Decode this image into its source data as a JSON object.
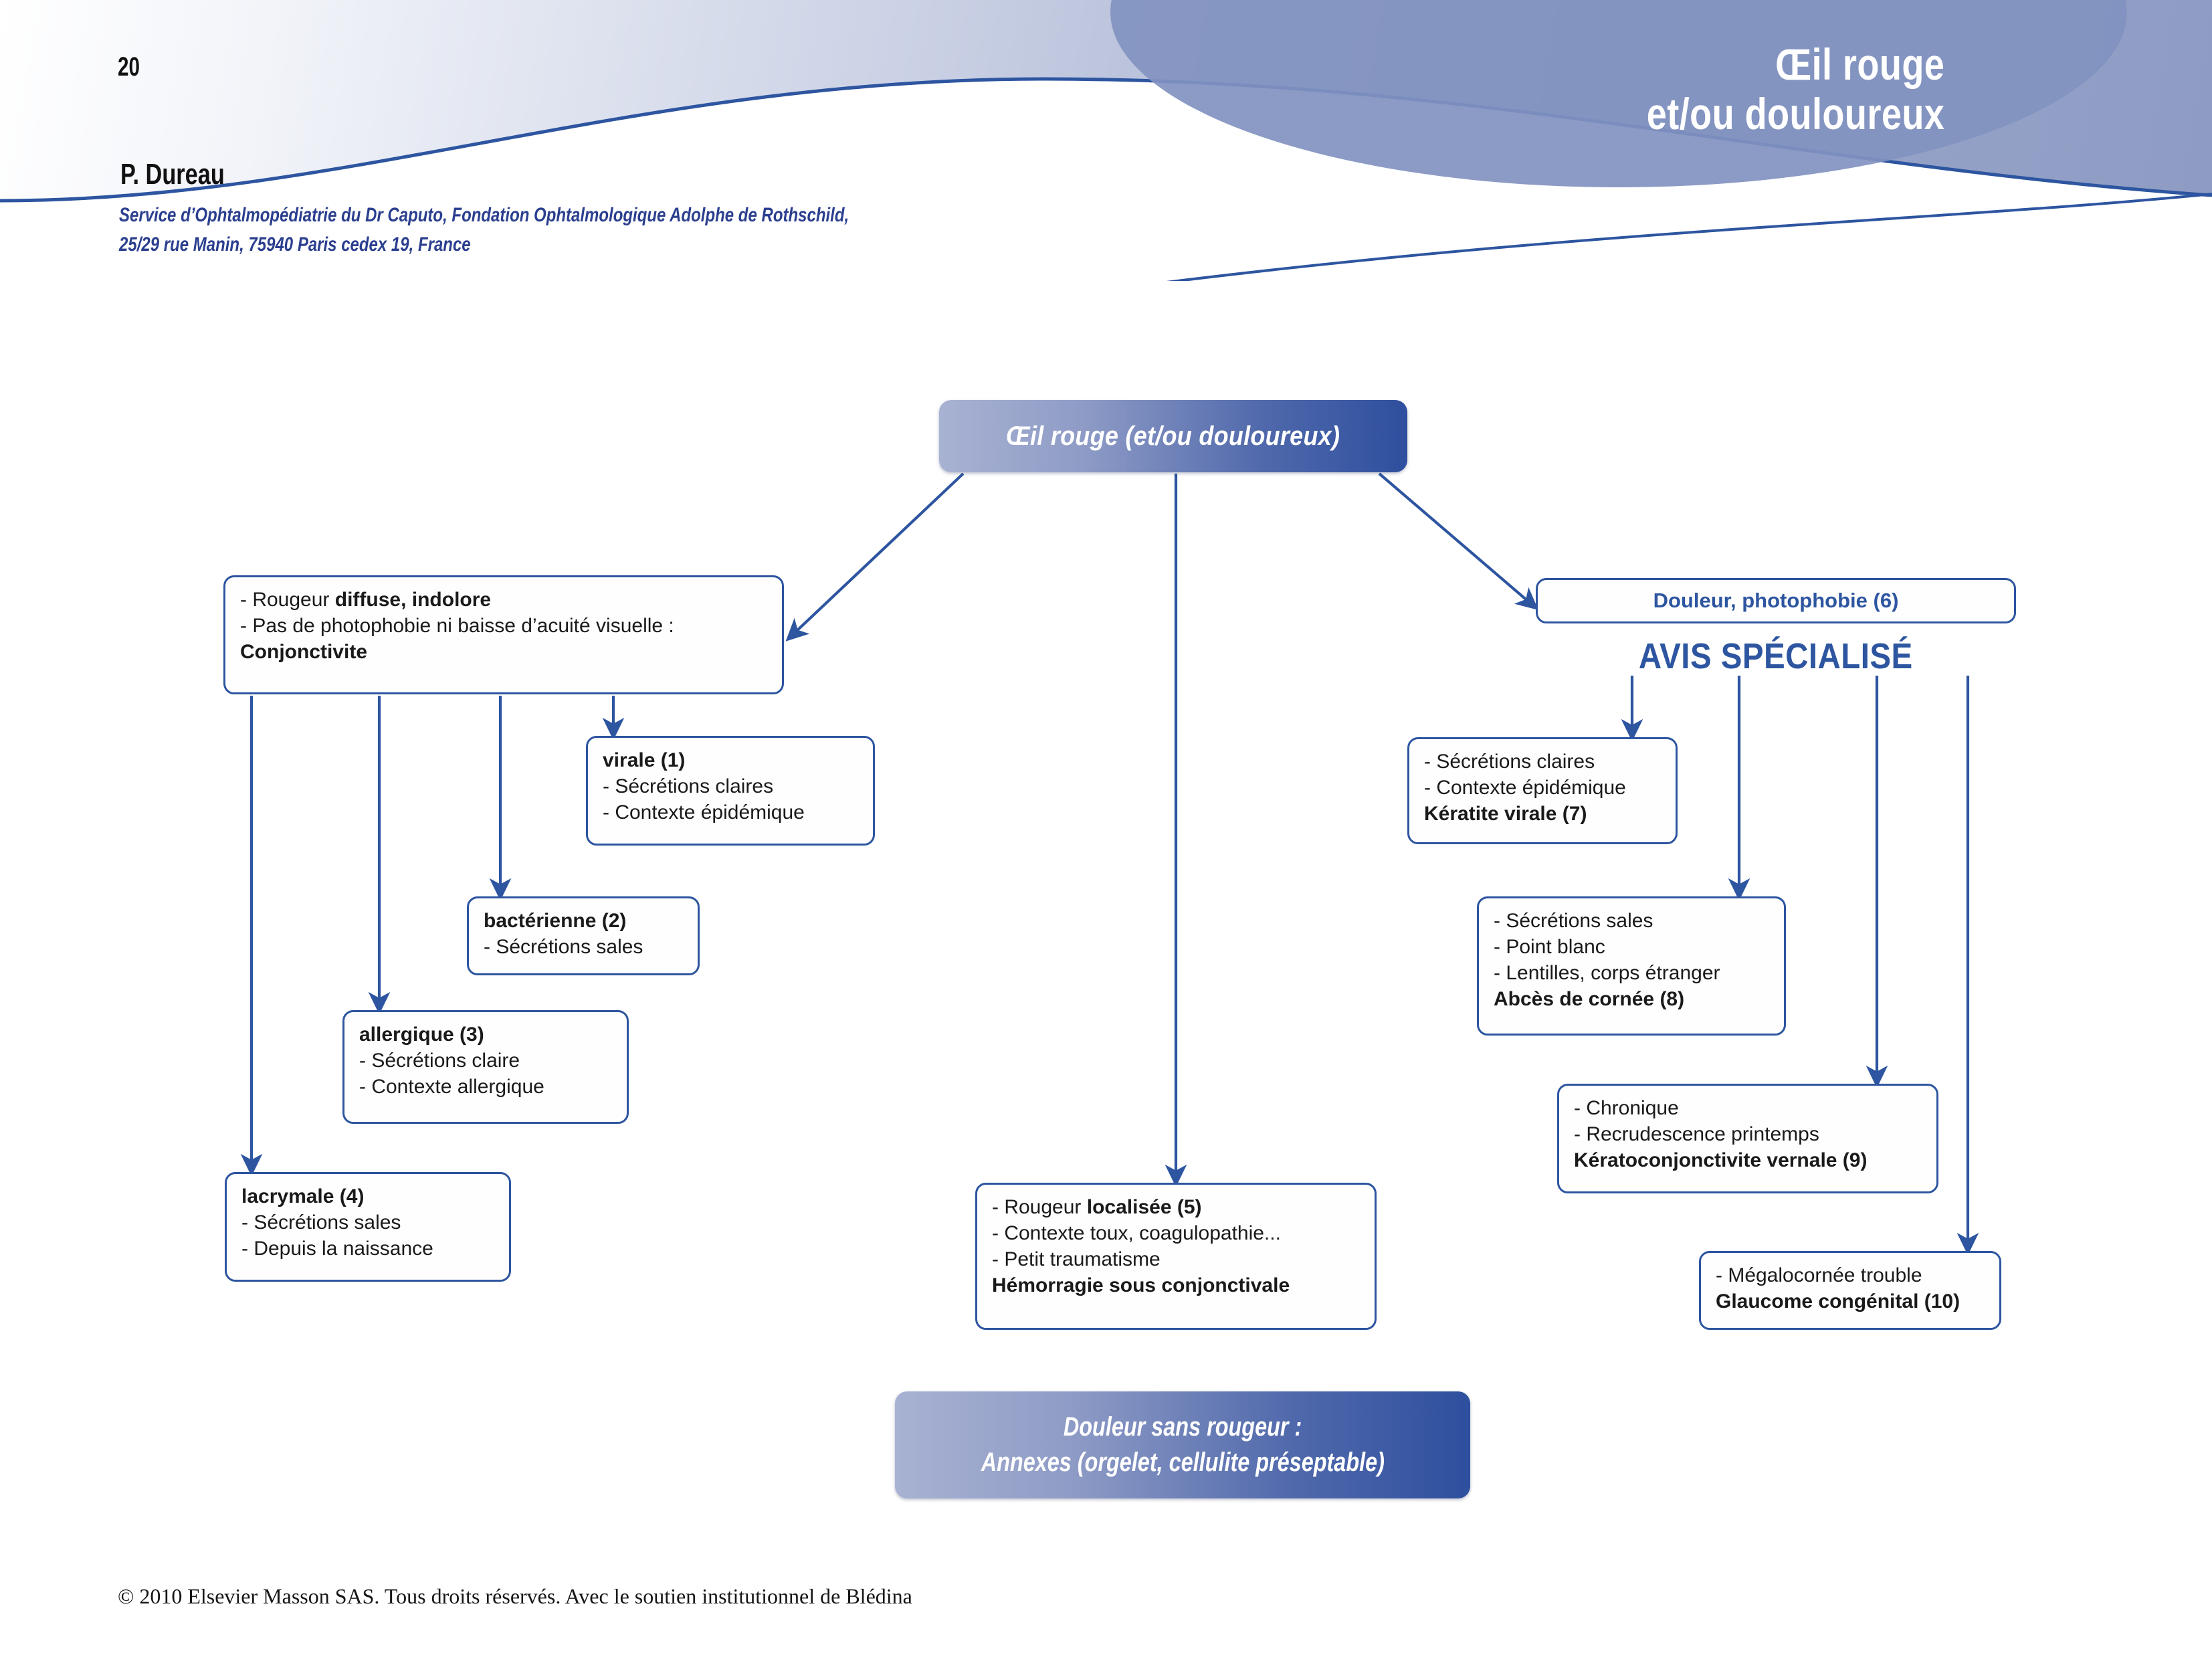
{
  "header": {
    "page_number": "20",
    "title_line1": "Œil rouge",
    "title_line2": "et/ou douloureux",
    "author": "P. Dureau",
    "affiliation_line1": "Service d’Ophtalmopédiatrie du Dr Caputo, Fondation Ophtalmologique Adolphe de Rothschild,",
    "affiliation_line2": "25/29 rue Manin, 75940 Paris cedex 19, France"
  },
  "flowchart": {
    "root": "Œil rouge (et/ou douloureux)",
    "bottom_banner_line1": "Douleur sans rougeur :",
    "bottom_banner_line2": "Annexes (orgelet, cellulite préseptable)",
    "left_branch": {
      "conjonctivite": {
        "line1_prefix": "- Rougeur ",
        "line1_bold": "diffuse, indolore",
        "line2": "- Pas de photophobie ni baisse d’acuité visuelle :",
        "line3_bold": "Conjonctivite"
      },
      "node1": {
        "title": "virale (1)",
        "line1": "- Sécrétions claires",
        "line2": "- Contexte épidémique"
      },
      "node2": {
        "title": "bactérienne (2)",
        "line1": "- Sécrétions sales"
      },
      "node3": {
        "title": "allergique (3)",
        "line1": "- Sécrétions claire",
        "line2": "- Contexte allergique"
      },
      "node4": {
        "title": "lacrymale (4)",
        "line1": "- Sécrétions sales",
        "line2": "- Depuis la naissance"
      }
    },
    "middle_branch": {
      "node5": {
        "line1_prefix": "- Rougeur ",
        "line1_bold": "localisée (5)",
        "line2": "- Contexte toux, coagulopathie...",
        "line3": "- Petit traumatisme",
        "line4_bold": "Hémorragie sous conjonctivale"
      }
    },
    "right_branch": {
      "header_box": "Douleur, photophobie (6)",
      "avis": "AVIS SPÉCIALISÉ",
      "node7": {
        "line1": "- Sécrétions claires",
        "line2": "- Contexte épidémique",
        "line3_bold": "Kératite virale (7)"
      },
      "node8": {
        "line1": "- Sécrétions sales",
        "line2": "- Point blanc",
        "line3": "- Lentilles, corps étranger",
        "line4_bold": "Abcès de cornée (8)"
      },
      "node9": {
        "line1": "- Chronique",
        "line2": "- Recrudescence printemps",
        "line3_bold": "Kératoconjonctivite vernale (9)"
      },
      "node10": {
        "line1": "- Mégalocornée trouble",
        "line2_bold": "Glaucome congénital (10)"
      }
    }
  },
  "footer": {
    "copyright": "© 2010 Elsevier Masson SAS. Tous droits réservés. Avec le soutien institutionnel de Blédina"
  },
  "colors": {
    "brand_blue": "#2d55a0",
    "node_border": "#2d55a0",
    "banner_gradient_start": "#a8b2d2",
    "banner_gradient_end": "#2e4f9e",
    "affiliation_blue": "#2b3f8f"
  }
}
